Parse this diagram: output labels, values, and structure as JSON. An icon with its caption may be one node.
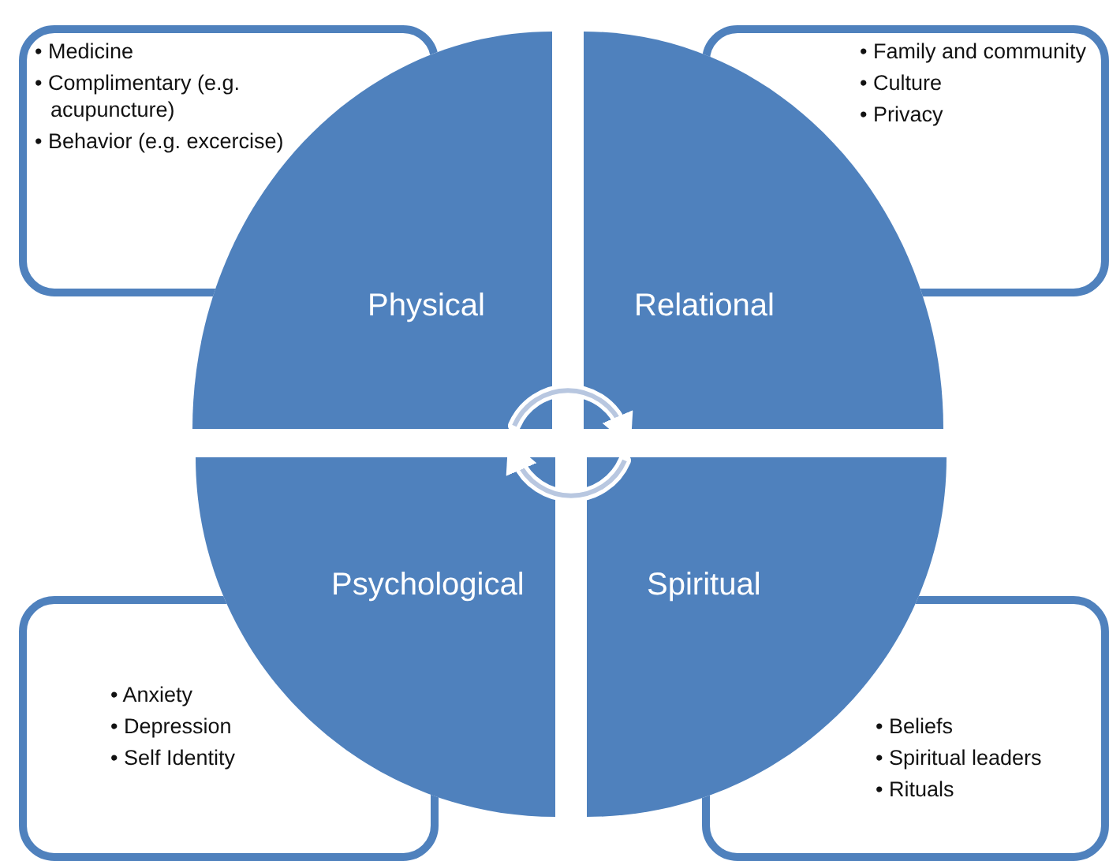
{
  "diagram": {
    "nodes": [
      {
        "text": [
          "• Medicine",
          "• Complimentary (e.g. acupuncture)",
          "• Behavior (e.g. excercise)"
        ]
      },
      {
        "text": [
          "• Family and community",
          "• Culture",
          "• Privacy"
        ]
      },
      {
        "text": [
          "Physical"
        ]
      },
      {
        "text": [
          "Relational"
        ]
      },
      {
        "text": [
          "Psychological"
        ]
      },
      {
        "text": [
          "Spiritual"
        ]
      },
      {
        "text": [
          "• Anxiety",
          "• Depression",
          "• Self Identity"
        ]
      },
      {
        "text": [
          "• Beliefs",
          "• Spiritual leaders",
          "• Rituals"
        ]
      }
    ],
    "edges": [
      {
        "from": 2,
        "to": 3,
        "arrow": "to"
      },
      {
        "from": 5,
        "to": 4,
        "arrow": "to"
      }
    ]
  }
}
